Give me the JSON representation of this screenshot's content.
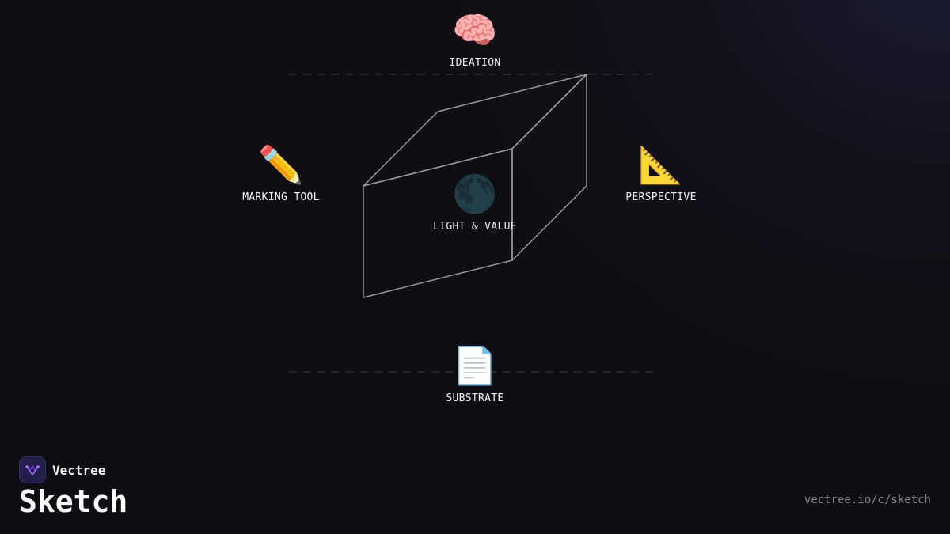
{
  "nodes": {
    "ideation": {
      "icon": "brain-icon",
      "emoji": "🧠",
      "label": "IDEATION"
    },
    "marking_tool": {
      "icon": "pencil-icon",
      "emoji": "✏️",
      "label": "MARKING TOOL"
    },
    "perspective": {
      "icon": "triangular-ruler-icon",
      "emoji": "📐",
      "label": "PERSPECTIVE"
    },
    "light_value": {
      "icon": "new-moon-icon",
      "emoji": "🌑",
      "label": "LIGHT & VALUE"
    },
    "substrate": {
      "icon": "page-icon",
      "emoji": "📄",
      "label": "SUBSTRATE"
    }
  },
  "brand": {
    "logo": "vectree-logo-icon",
    "name": "Vectree"
  },
  "title": "Sketch",
  "url": "vectree.io/c/sketch",
  "colors": {
    "background": "#0f0f13",
    "cube_stroke": "#9a9a9a",
    "dashed_line": "#2e2e36",
    "logo_bg": "#22204a",
    "logo_accent": "#a259ff",
    "url_text": "#8a8a8a"
  }
}
